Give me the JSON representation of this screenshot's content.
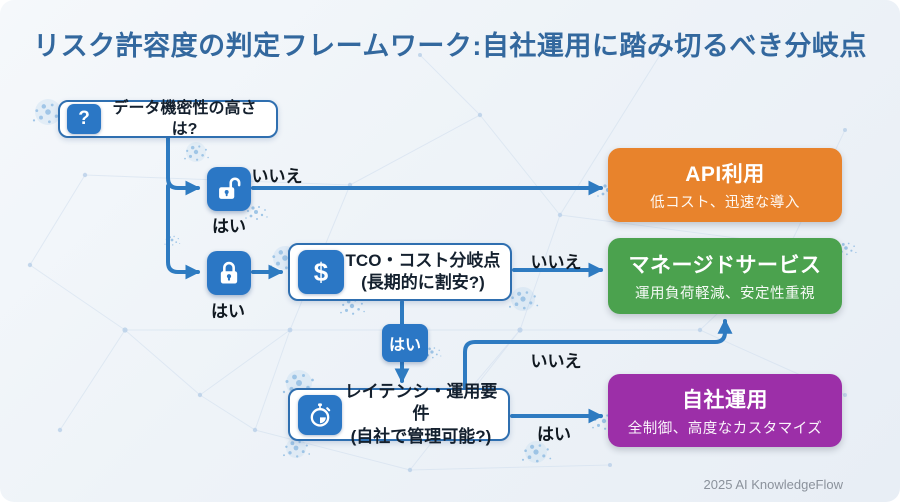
{
  "title": "リスク許容度の判定フレームワーク:自社運用に踏み切るべき分岐点",
  "footer": "2025 AI KnowledgeFlow",
  "colors": {
    "title_blue": "#33689E",
    "node_blue": "#2B77C5",
    "arrow_blue": "#2E7BC1",
    "api_orange": "#E8832C",
    "managed_green": "#4BA24E",
    "inhouse_purple": "#9C2FA8"
  },
  "nodes": {
    "question": {
      "icon": "question-mark-icon",
      "label": "データ機密性の高さは?"
    },
    "unlock": {
      "icon": "unlocked-padlock-icon"
    },
    "lock": {
      "icon": "locked-padlock-icon"
    },
    "tco": {
      "icon": "dollar-icon",
      "line1": "TCO・コスト分岐点",
      "line2": "(長期的に割安?)"
    },
    "latency": {
      "icon": "stopwatch-icon",
      "line1": "レイテンシ・運用要件",
      "line2": "(自社で管理可能?)"
    }
  },
  "edge_labels": {
    "question_no": "いいえ",
    "question_yes": "はい",
    "lock_yes": "はい",
    "tco_no": "いいえ",
    "tco_yes": "はい",
    "latency_no": "いいえ",
    "latency_yes": "はい"
  },
  "outcomes": {
    "api": {
      "title": "API利用",
      "subtitle": "低コスト、迅速な導入"
    },
    "managed": {
      "title": "マネージドサービス",
      "subtitle": "運用負荷軽減、安定性重視"
    },
    "inhouse": {
      "title": "自社運用",
      "subtitle": "全制御、高度なカスタマイズ"
    }
  }
}
